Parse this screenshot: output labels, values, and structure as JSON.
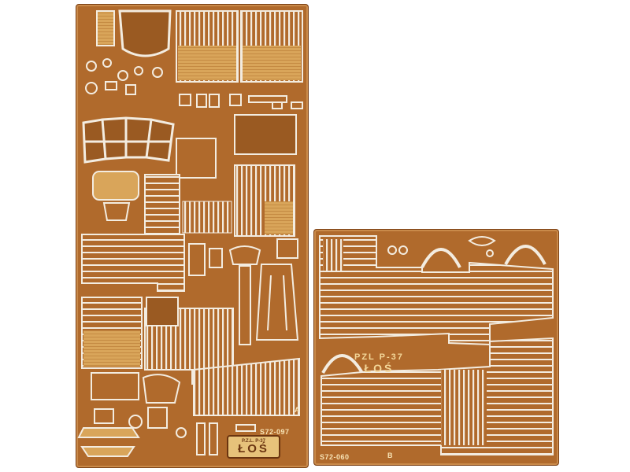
{
  "fret_a": {
    "code": "S72-097",
    "marker": "A",
    "logo_line1": "P.Z.L. P-37",
    "logo_line2": "ŁOŚ"
  },
  "fret_b": {
    "code": "S72-060",
    "marker": "B",
    "etched_line1": "PZL P-37",
    "etched_line2": "ŁOŚ"
  },
  "colors": {
    "brass": "#b06a2c",
    "brass_light": "#e7c27a",
    "background": "#ffffff"
  }
}
